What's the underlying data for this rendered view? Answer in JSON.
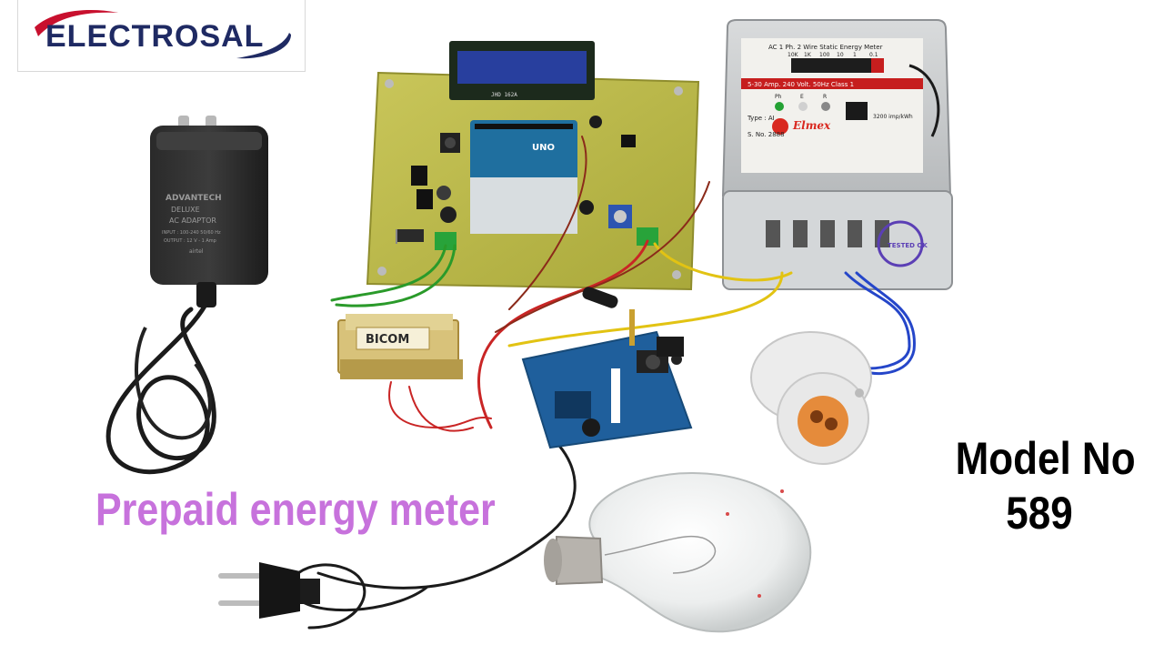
{
  "logo": {
    "text": "ELECTROSAL",
    "colors": {
      "text": "#1f2a63",
      "swoosh": "#c8102e"
    }
  },
  "caption": {
    "text": "Prepaid energy meter",
    "color": "#c772dc"
  },
  "model": {
    "line1": "Model No",
    "line2": "589"
  },
  "devices": {
    "adapter": {
      "brand": "ADVANTECH",
      "lines": [
        "DELUXE",
        "AC ADAPTOR",
        "INPUT : 100-240 50/60 Hz",
        "OUTPUT : 12 V - 1 Amp",
        "airtel"
      ]
    },
    "energy_meter": {
      "title": "AC 1 Ph. 2 Wire Static Energy Meter",
      "digits": [
        "10K",
        "1K",
        "100",
        "10",
        "1",
        "0.1"
      ],
      "rating": "5-30 Amp.   240 Volt.   50Hz   Class 1",
      "indicators": [
        "Ph",
        "E",
        "R"
      ],
      "brand": "Elmex",
      "type": "Type : AI",
      "serial": "S. No. 2888",
      "imp": "3200 imp/kWh",
      "stamp": "TESTED OK"
    },
    "transformer": {
      "label": "BICOM"
    },
    "arduino_shield": {
      "label": "UNO"
    },
    "lcd": {
      "label": "JHD 162A"
    }
  }
}
